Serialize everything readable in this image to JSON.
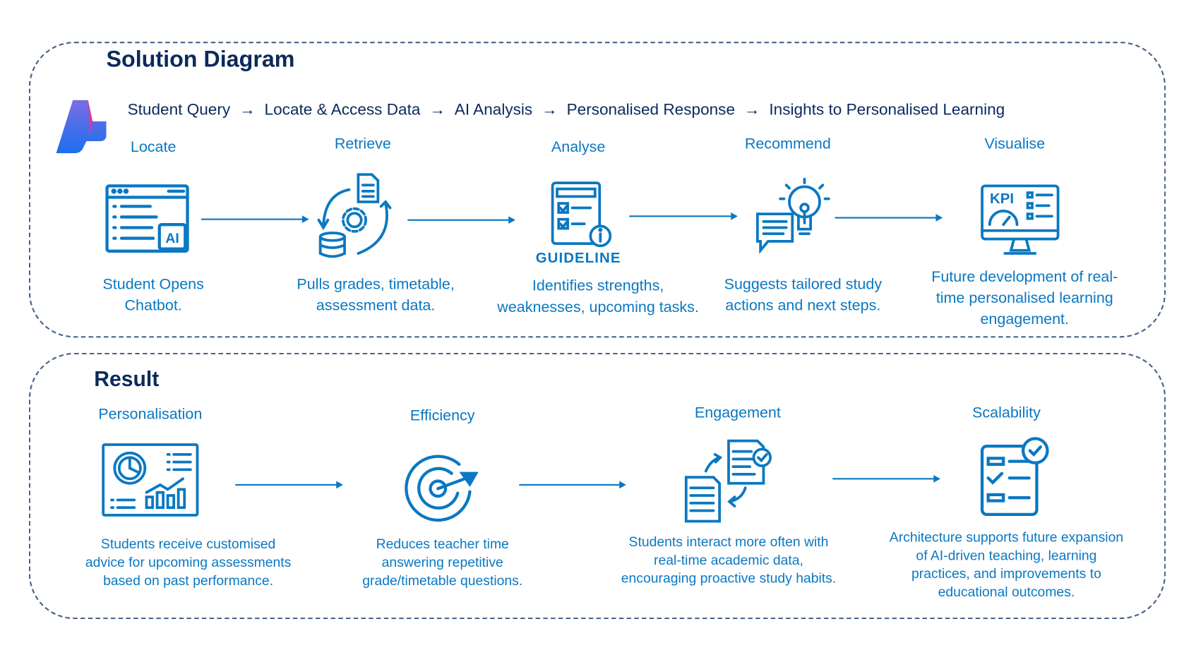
{
  "solution": {
    "title": "Solution Diagram",
    "flow": [
      "Student Query",
      "Locate & Access Data",
      "AI Analysis",
      "Personalised Response",
      "Insights to Personalised Learning"
    ],
    "flow_arrow": "→",
    "steps": [
      {
        "label": "Locate",
        "desc": [
          "Student Opens",
          "Chatbot."
        ],
        "icon": "chatbot-window-ai-icon",
        "icon_text": "AI"
      },
      {
        "label": "Retrieve",
        "desc": [
          "Pulls grades, timetable,",
          "assessment data."
        ],
        "icon": "data-sync-icon"
      },
      {
        "label": "Analyse",
        "desc": [
          "Identifies strengths,",
          "weaknesses, upcoming tasks."
        ],
        "icon": "guideline-checklist-icon",
        "icon_text": "GUIDELINE"
      },
      {
        "label": "Recommend",
        "desc": [
          "Suggests tailored study",
          "actions and next steps."
        ],
        "icon": "lightbulb-message-icon"
      },
      {
        "label": "Visualise",
        "desc": [
          "Future development of real-",
          "time personalised learning",
          "engagement."
        ],
        "icon": "kpi-dashboard-icon",
        "icon_text": "KPI"
      }
    ]
  },
  "result": {
    "title": "Result",
    "items": [
      {
        "label": "Personalisation",
        "desc": [
          "Students receive customised",
          "advice for upcoming assessments",
          "based on past performance."
        ],
        "icon": "analytics-dashboard-icon"
      },
      {
        "label": "Efficiency",
        "desc": [
          "Reduces teacher time",
          "answering repetitive",
          "grade/timetable questions."
        ],
        "icon": "target-icon"
      },
      {
        "label": "Engagement",
        "desc": [
          "Students interact more often with",
          "real-time academic data,",
          "encouraging proactive study habits."
        ],
        "icon": "document-exchange-icon"
      },
      {
        "label": "Scalability",
        "desc": [
          "Architecture supports future expansion",
          "of AI-driven teaching, learning",
          "practices, and improvements to",
          "educational outcomes."
        ],
        "icon": "checklist-approved-icon"
      }
    ]
  },
  "colors": {
    "accent": "#0a78c2",
    "heading": "#0b2a5b",
    "border": "#4a6288"
  }
}
